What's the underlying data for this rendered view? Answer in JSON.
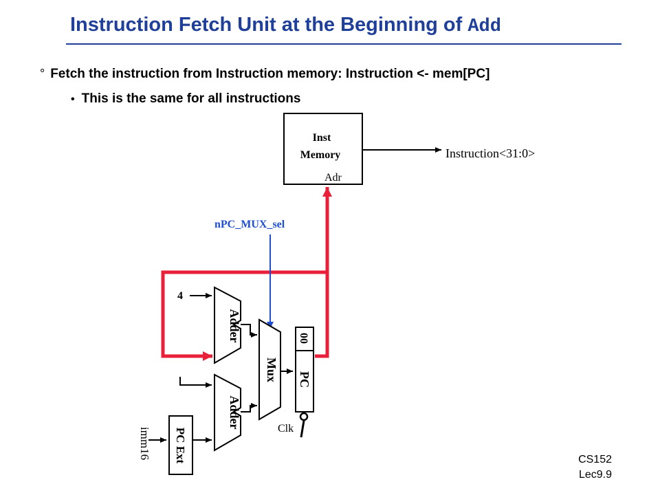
{
  "slide": {
    "title_prefix": "Instruction Fetch Unit at the Beginning of ",
    "title_code": "Add",
    "bullet1_marker": "°",
    "bullet1": "Fetch the instruction from Instruction memory: Instruction  <-  mem[PC]",
    "bullet2_marker": "•",
    "bullet2": "This is the same for all instructions"
  },
  "diagram": {
    "inst_memory_line1": "Inst",
    "inst_memory_line2": "Memory",
    "adr": "Adr",
    "instruction_out": "Instruction<31:0>",
    "npc_mux_sel": "nPC_MUX_sel",
    "const_four": "4",
    "adder_top": "Adder",
    "adder_bottom": "Adder",
    "mux": "Mux",
    "pc_bits": "00",
    "pc": "PC",
    "clk": "Clk",
    "pc_ext": "PC Ext",
    "imm16": "imm16",
    "colors": {
      "pc_path": "#e8203a",
      "control": "#1f4fd0",
      "title": "#1f3f99"
    }
  },
  "footer": {
    "course": "CS152",
    "lecture": "Lec9.9"
  }
}
